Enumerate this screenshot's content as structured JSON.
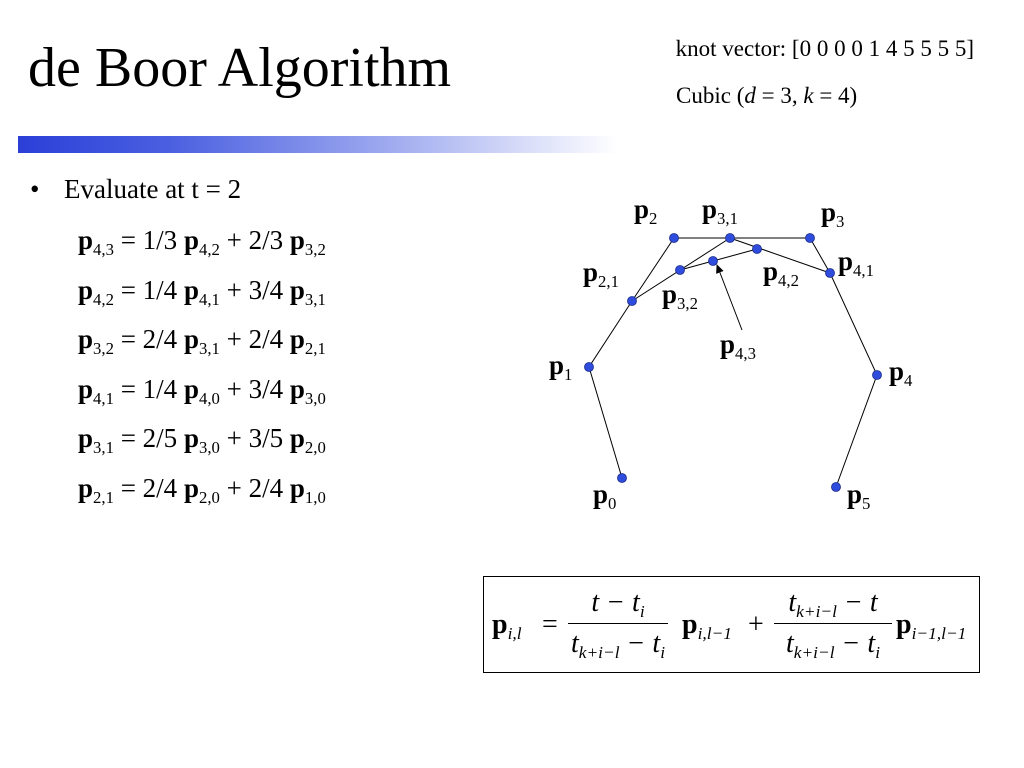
{
  "slide": {
    "title": "de Boor Algorithm",
    "knot_vector": "knot vector: [0 0 0 0 1 4 5 5 5 5]",
    "cubic": {
      "prefix": "Cubic (",
      "d": "d",
      "d_eq": " = 3, ",
      "k": "k",
      "k_eq": " = 4)"
    }
  },
  "bullet": {
    "marker": "•",
    "text": "Evaluate at t = 2"
  },
  "equations": [
    {
      "lhs_sub": "4,3",
      "c1": " = 1/3 ",
      "a_sub": "4,2",
      "c2": " + 2/3 ",
      "b_sub": "3,2"
    },
    {
      "lhs_sub": "4,2",
      "c1": " = 1/4 ",
      "a_sub": "4,1",
      "c2": " + 3/4 ",
      "b_sub": "3,1"
    },
    {
      "lhs_sub": "3,2",
      "c1": " = 2/4 ",
      "a_sub": "3,1",
      "c2": " + 2/4 ",
      "b_sub": "2,1"
    },
    {
      "lhs_sub": "4,1",
      "c1": " = 1/4 ",
      "a_sub": "4,0",
      "c2": " + 3/4 ",
      "b_sub": "3,0"
    },
    {
      "lhs_sub": "3,1",
      "c1": " = 2/5 ",
      "a_sub": "3,0",
      "c2": " + 3/5 ",
      "b_sub": "2,0"
    },
    {
      "lhs_sub": "2,1",
      "c1": " = 2/4 ",
      "a_sub": "2,0",
      "c2": " + 2/4 ",
      "b_sub": "1,0"
    }
  ],
  "point_symbol": "p",
  "diagram": {
    "labels": {
      "p0": "0",
      "p1": "1",
      "p2": "2",
      "p3": "3",
      "p4": "4",
      "p5": "5",
      "p21": "2,1",
      "p31": "3,1",
      "p41": "4,1",
      "p32": "3,2",
      "p42": "4,2",
      "p43": "4,3"
    },
    "colors": {
      "point_fill": "#2f4cdd",
      "line": "#000000"
    }
  },
  "formula": {
    "lhs_sub": "i,l",
    "equals": "=",
    "num1": "t − t",
    "num1_sub": "i",
    "den1": "t",
    "den1_sub1": "k+i−l",
    "den1_mid": " − t",
    "den1_sub2": "i",
    "term1_sub": "i,l−1",
    "plus": "+",
    "num2": "t",
    "num2_sub": "k+i−l",
    "num2_tail": " − t",
    "den2": "t",
    "den2_sub1": "k+i−l",
    "den2_mid": " − t",
    "den2_sub2": "i",
    "term2_sub": "i−1,l−1"
  }
}
